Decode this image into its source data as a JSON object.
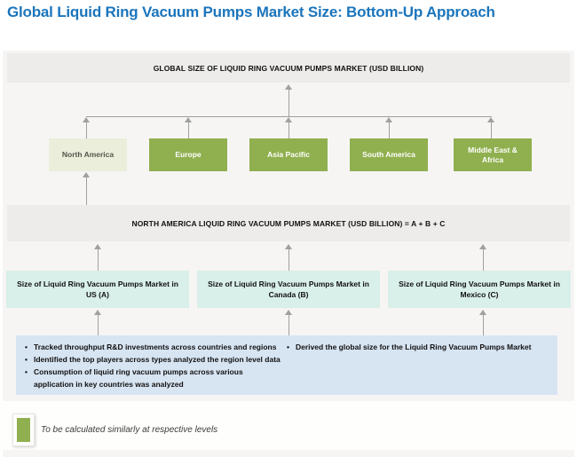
{
  "title": "Global Liquid Ring Vacuum Pumps Market Size: Bottom-Up Approach",
  "global_bar": {
    "label": "GLOBAL SIZE OF LIQUID RING VACUUM PUMPS MARKET (USD BILLION)"
  },
  "regions": [
    {
      "label": "North America",
      "highlighted": true
    },
    {
      "label": "Europe",
      "highlighted": false
    },
    {
      "label": "Asia Pacific",
      "highlighted": false
    },
    {
      "label": "South America",
      "highlighted": false
    },
    {
      "label": "Middle East & Africa",
      "highlighted": false
    }
  ],
  "na_bar": {
    "label": "NORTH AMERICA LIQUID RING VACUUM PUMPS MARKET (USD BILLION) = A + B + C"
  },
  "country_boxes": [
    {
      "label": "Size of Liquid Ring Vacuum Pumps Market in US (A)"
    },
    {
      "label": "Size of Liquid Ring Vacuum Pumps Market in Canada (B)"
    },
    {
      "label": "Size of Liquid Ring Vacuum Pumps Market in Mexico (C)"
    }
  ],
  "methodology": {
    "left_bullets": [
      "Tracked throughput R&D investments across countries and regions",
      "Identified the top players across types analyzed  the region level data",
      "Consumption of liquid ring vacuum pumps across various application in key countries was analyzed"
    ],
    "right_bullets": [
      "Derived the global size for the Liquid Ring Vacuum Pumps Market"
    ]
  },
  "legend": {
    "label": "To be calculated similarly at respective levels",
    "swatch_color": "#90b04f"
  },
  "colors": {
    "title_blue": "#1b75bc",
    "bar_gray": "#edecea",
    "region_green": "#90b04f",
    "region_pale_green": "#eaeedb",
    "country_teal": "#d9efe9",
    "methodology_blue": "#d7e4f2",
    "arrow_gray": "#a0a0a0"
  }
}
